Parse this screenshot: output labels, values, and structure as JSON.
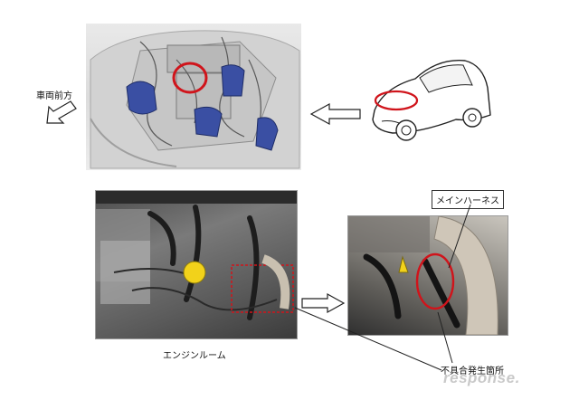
{
  "labels": {
    "vehicle_front": "車両前方",
    "engine_room": "エンジンルーム",
    "main_harness": "メインハーネス",
    "defect_location": "不具合発生箇所"
  },
  "watermark": "response.",
  "colors": {
    "highlight_red": "#d0141b",
    "engine_blue": "#3a4fa3",
    "yellow_cap": "#f2d21a"
  },
  "icons": {
    "arrow_to_front": "outlined-arrow-left-down",
    "arrow_car_to_engine": "outlined-arrow-left",
    "arrow_photo_to_zoom": "outlined-arrow-right"
  }
}
